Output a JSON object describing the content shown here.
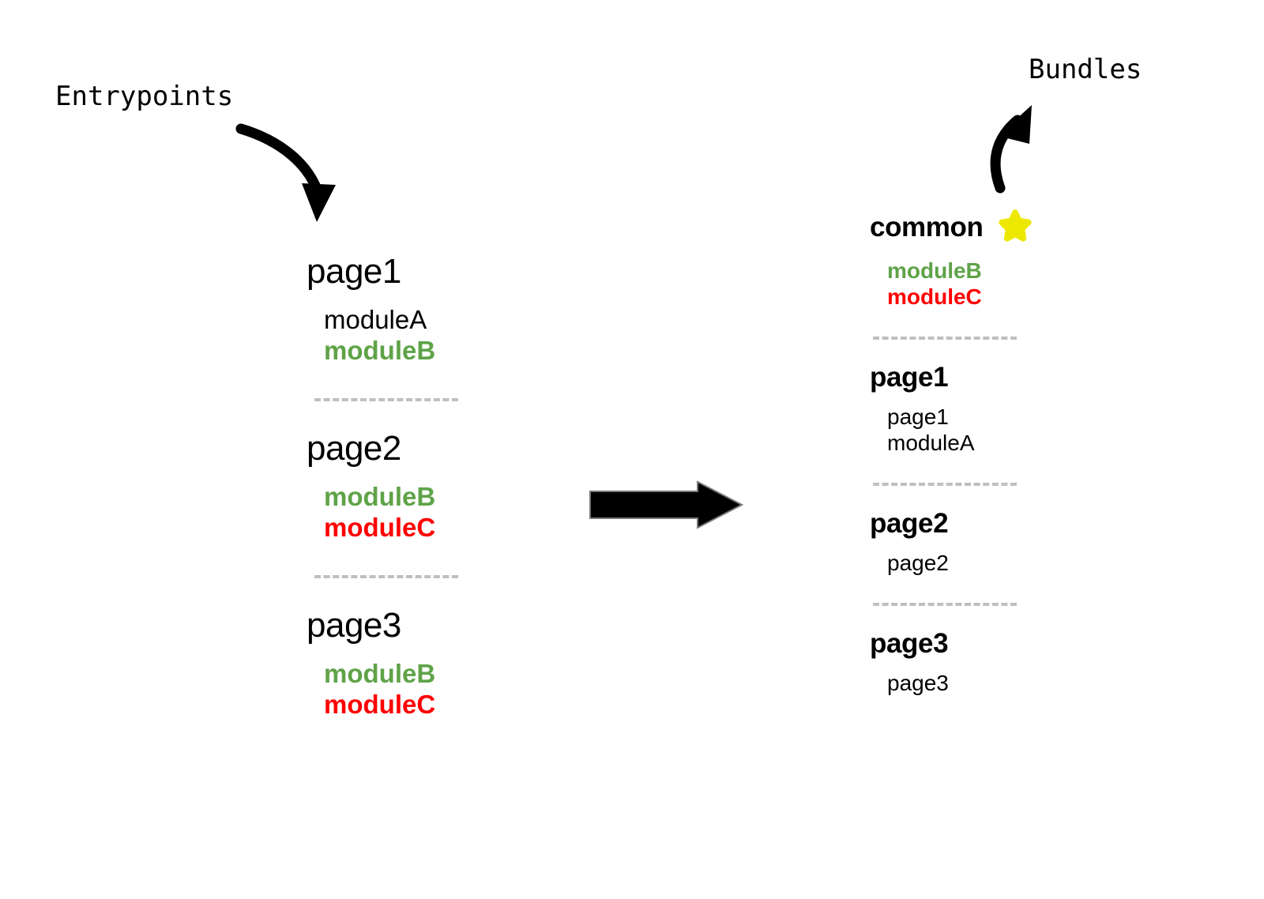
{
  "diagram": {
    "title_left": "Entrypoints",
    "title_right": "Bundles",
    "colors": {
      "green": "#5FA348",
      "red": "#FF0000",
      "black": "#000000",
      "star_yellow": "#EDE800",
      "divider_gray": "#BFBFBF"
    },
    "icons": {
      "star": "star-icon",
      "arrow_left_curve": "curved-arrow-down-right-icon",
      "arrow_right_curve": "curved-arrow-up-right-icon",
      "arrow_center": "block-arrow-right-icon"
    }
  },
  "entrypoints": {
    "label": "Entrypoints",
    "groups": [
      {
        "name": "page1",
        "items": [
          {
            "text": "moduleA",
            "style": "plain"
          },
          {
            "text": "moduleB",
            "style": "green"
          }
        ]
      },
      {
        "name": "page2",
        "items": [
          {
            "text": "moduleB",
            "style": "green"
          },
          {
            "text": "moduleC",
            "style": "red"
          }
        ]
      },
      {
        "name": "page3",
        "items": [
          {
            "text": "moduleB",
            "style": "green"
          },
          {
            "text": "moduleC",
            "style": "red"
          }
        ]
      }
    ]
  },
  "bundles": {
    "label": "Bundles",
    "groups": [
      {
        "name": "common",
        "starred": true,
        "items": [
          {
            "text": "moduleB",
            "style": "green"
          },
          {
            "text": "moduleC",
            "style": "red"
          }
        ]
      },
      {
        "name": "page1",
        "starred": false,
        "items": [
          {
            "text": "page1",
            "style": "plain"
          },
          {
            "text": "moduleA",
            "style": "plain"
          }
        ]
      },
      {
        "name": "page2",
        "starred": false,
        "items": [
          {
            "text": "page2",
            "style": "plain"
          }
        ]
      },
      {
        "name": "page3",
        "starred": false,
        "items": [
          {
            "text": "page3",
            "style": "plain"
          }
        ]
      }
    ]
  }
}
